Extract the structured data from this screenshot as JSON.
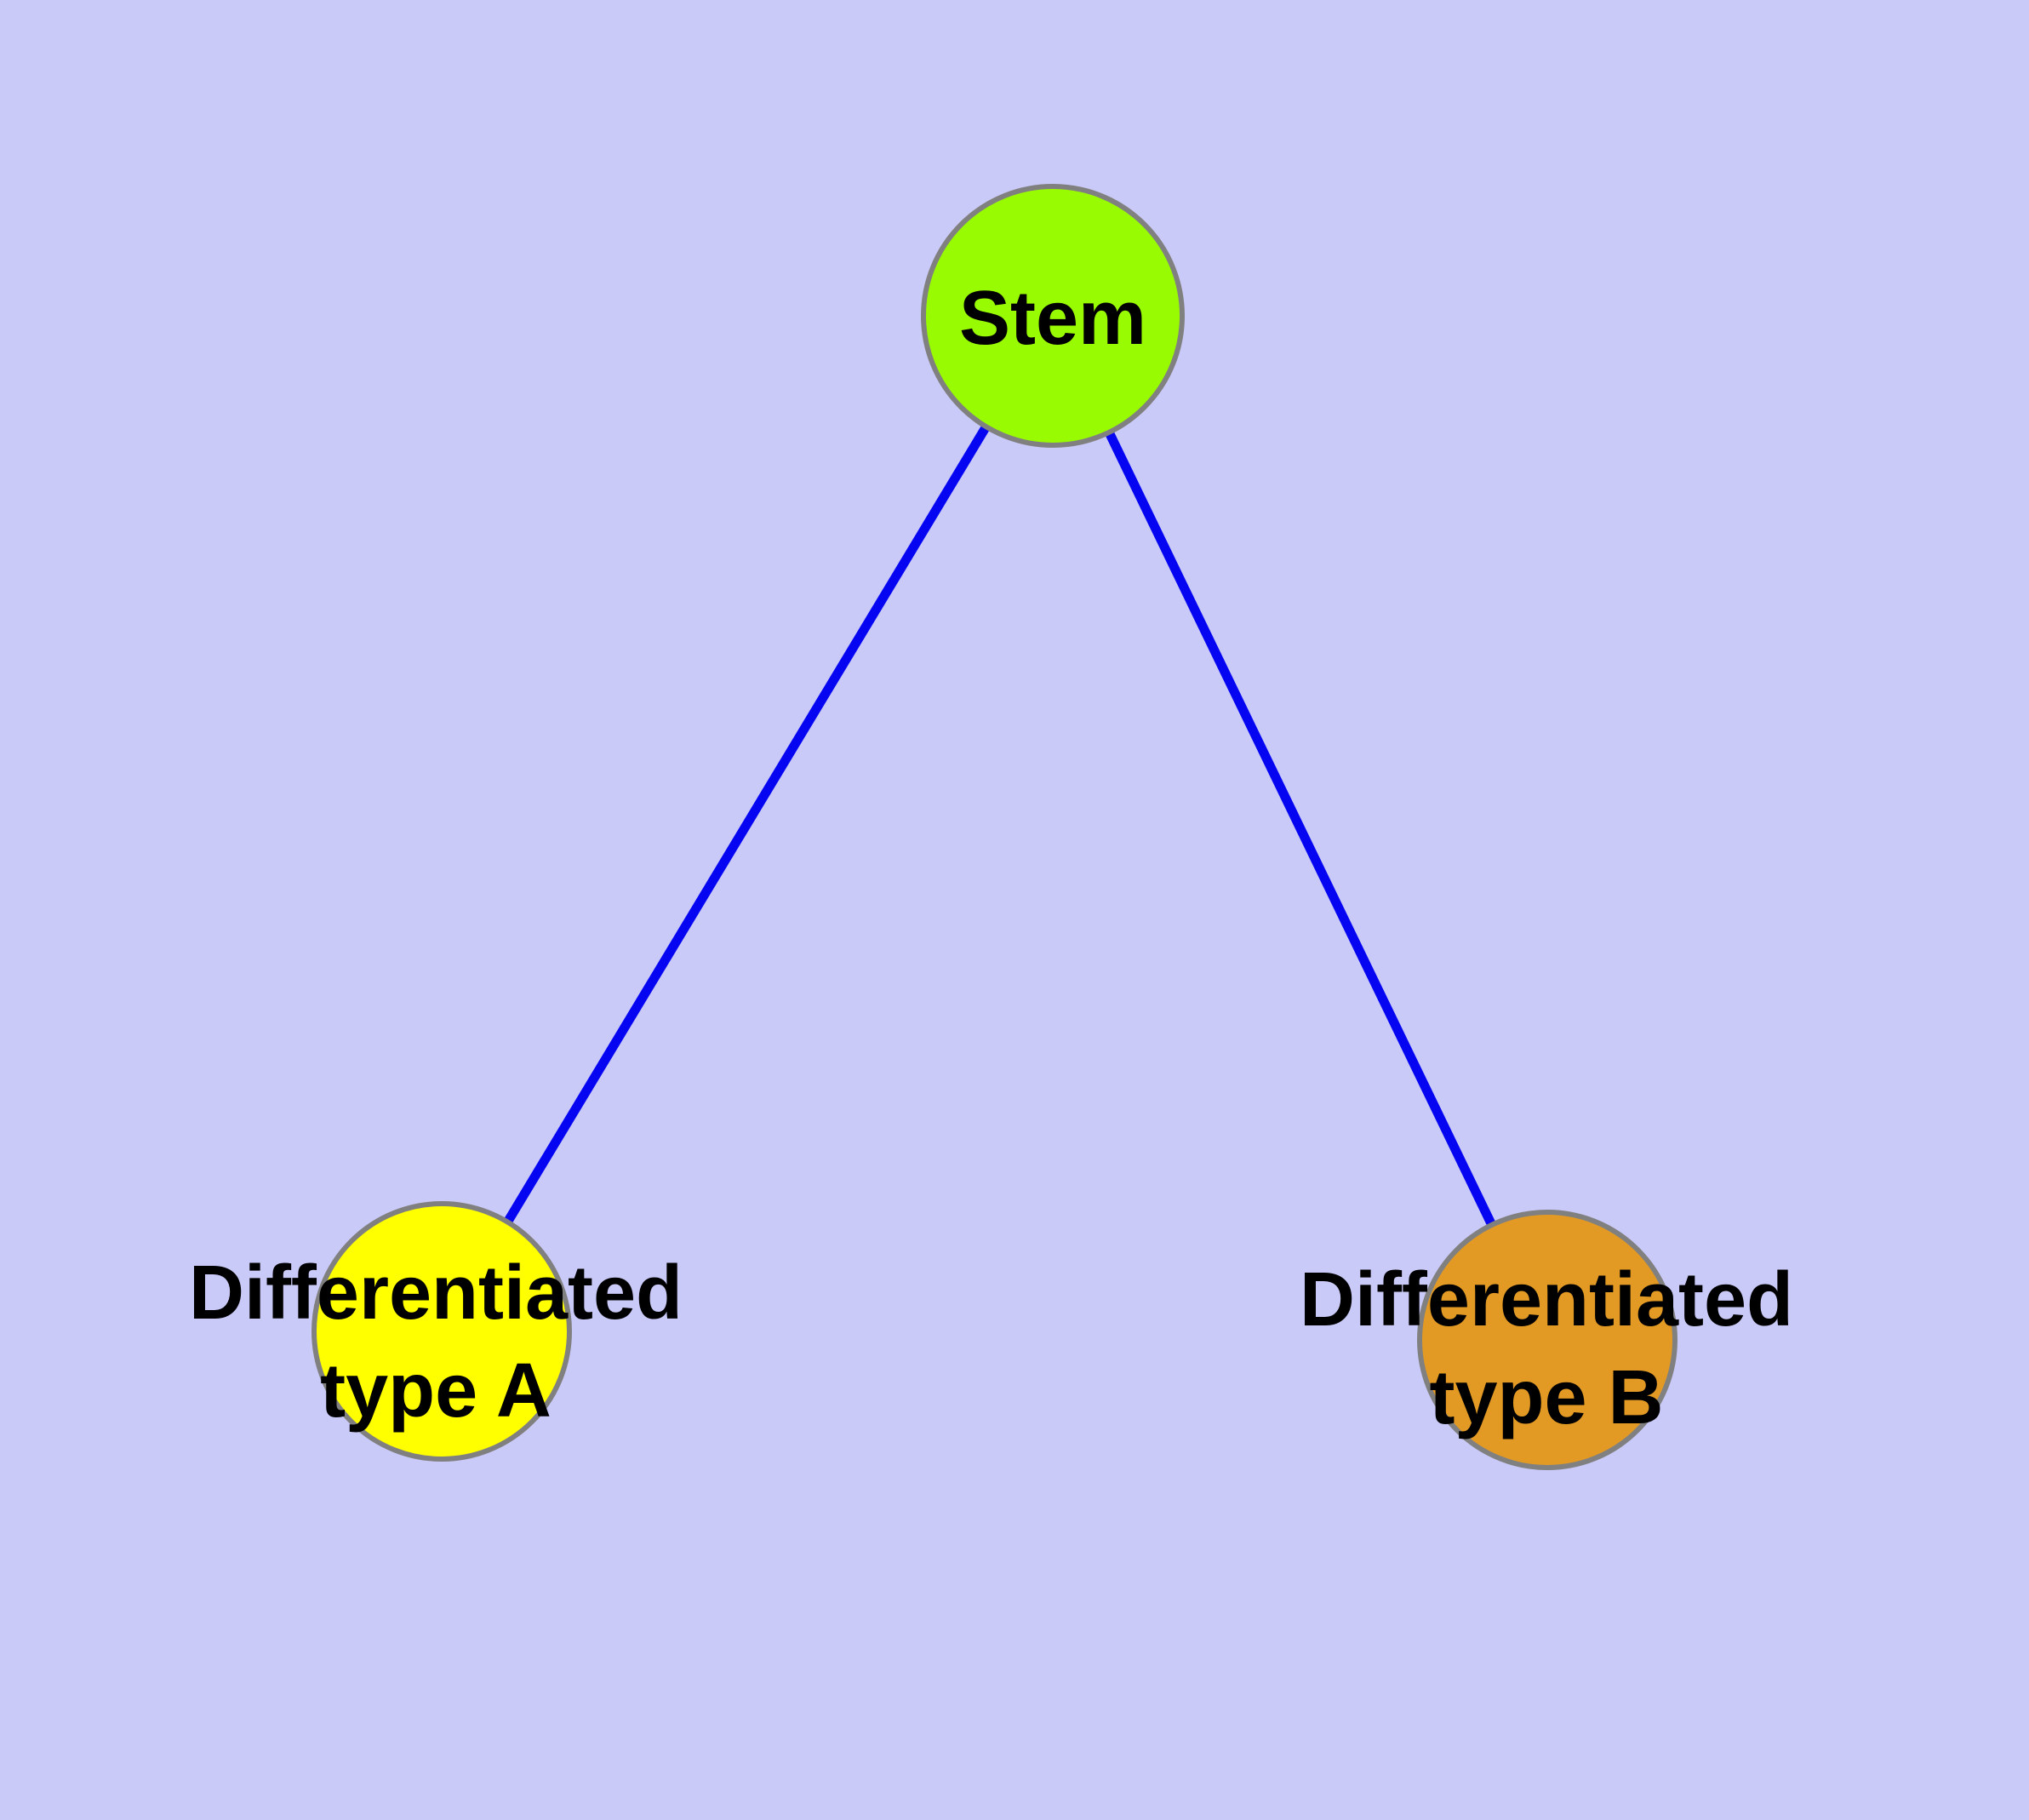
{
  "canvas": {
    "background": "#cacaf9"
  },
  "graph": {
    "text_color": "#000000",
    "edge_color": "#0505f2",
    "edge_width": 11,
    "node_border_color": "#808080",
    "node_border_width": 6,
    "nodes": [
      {
        "id": "stem",
        "label": "Stem",
        "label_lines": [
          "Stem"
        ],
        "fill": "#99fb02"
      },
      {
        "id": "type-a",
        "label": "Differentiated type A",
        "label_lines": [
          "Differentiated",
          "type A"
        ],
        "fill": "#ffff00"
      },
      {
        "id": "type-b",
        "label": "Differentiated type B",
        "label_lines": [
          "Differentiated",
          "type B"
        ],
        "fill": "#e29a25"
      }
    ],
    "edges": [
      {
        "from": "Stem",
        "to": "Differentiated type A"
      },
      {
        "from": "Stem",
        "to": "Differentiated type B"
      }
    ]
  }
}
